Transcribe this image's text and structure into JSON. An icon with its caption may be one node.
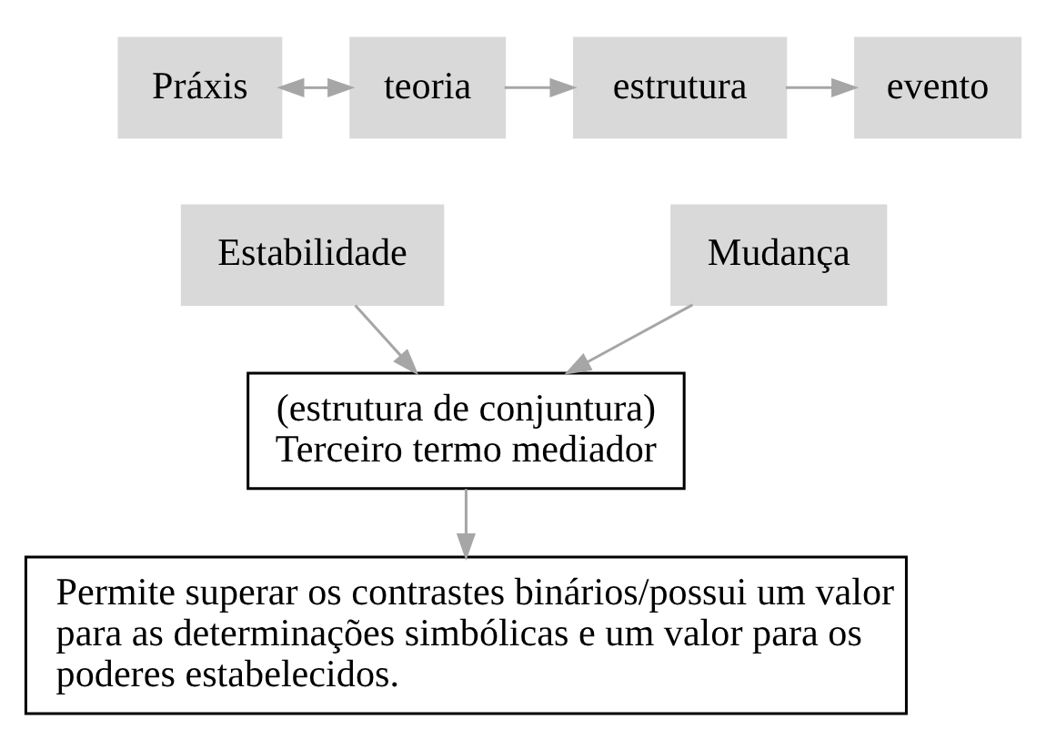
{
  "diagram": {
    "nodes": [
      {
        "text": [
          "Práxis"
        ]
      },
      {
        "text": [
          "teoria"
        ]
      },
      {
        "text": [
          "estrutura"
        ]
      },
      {
        "text": [
          "evento"
        ]
      },
      {
        "text": [
          "Estabilidade"
        ]
      },
      {
        "text": [
          "Mudança"
        ]
      },
      {
        "text": [
          "(estrutura de conjuntura)",
          "Terceiro termo mediador"
        ]
      },
      {
        "text": [
          "Permite superar os contrastes binários/possui um valor para as determinações simbólicas e um valor para os poderes estabelecidos."
        ]
      }
    ],
    "edges": [
      {
        "from": 0,
        "to": 1,
        "arrow": "both"
      },
      {
        "from": 1,
        "to": 2,
        "arrow": "to"
      },
      {
        "from": 2,
        "to": 3,
        "arrow": "to"
      },
      {
        "from": 4,
        "to": 6,
        "arrow": "to"
      },
      {
        "from": 5,
        "to": 6,
        "arrow": "to"
      },
      {
        "from": 6,
        "to": 7,
        "arrow": "to"
      }
    ]
  }
}
